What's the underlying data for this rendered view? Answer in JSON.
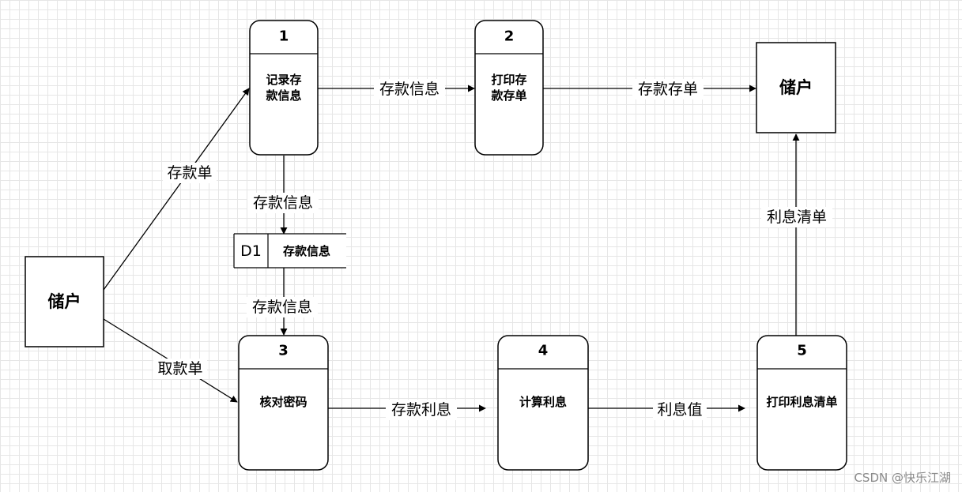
{
  "entities": {
    "customer_left": "储户",
    "customer_right": "储户"
  },
  "processes": [
    {
      "number": "1",
      "lines": [
        "记录存",
        "款信息"
      ]
    },
    {
      "number": "2",
      "lines": [
        "打印存",
        "款存单"
      ]
    },
    {
      "number": "3",
      "lines": [
        "核对密码"
      ]
    },
    {
      "number": "4",
      "lines": [
        "计算利息"
      ]
    },
    {
      "number": "5",
      "lines": [
        "打印利息清单"
      ]
    }
  ],
  "data_store": {
    "id": "D1",
    "name": "存款信息"
  },
  "flows": {
    "deposit_slip": "存款单",
    "withdraw_slip": "取款单",
    "deposit_info_1_2": "存款信息",
    "deposit_info_1_d1": "存款信息",
    "deposit_info_d1_3": "存款信息",
    "deposit_receipt": "存款存单",
    "deposit_interest": "存款利息",
    "interest_value": "利息值",
    "interest_list": "利息清单"
  },
  "watermark": "CSDN @快乐江湖"
}
